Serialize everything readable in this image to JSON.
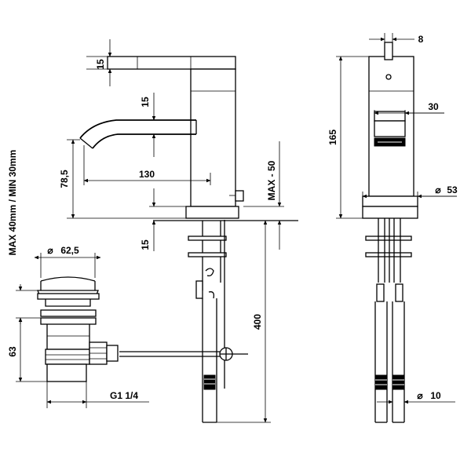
{
  "dimensions": {
    "spout_top_thickness": "15",
    "spout_thickness": "15",
    "spout_height": "78,5",
    "spout_reach": "130",
    "base_thickness": "15",
    "max_deck": "MAX - 50",
    "hose_length": "400",
    "waste_diameter": "62,5",
    "waste_height": "63",
    "waste_thread": "G1 1/4",
    "basin_range": "MAX 40mm / MIN 30mm",
    "lever_width": "8",
    "body_width": "30",
    "body_height": "165",
    "base_diameter": "53",
    "hose_diameter": "10"
  },
  "colors": {
    "line": "#000000",
    "background": "#ffffff"
  },
  "diameter_symbol": "⌀"
}
